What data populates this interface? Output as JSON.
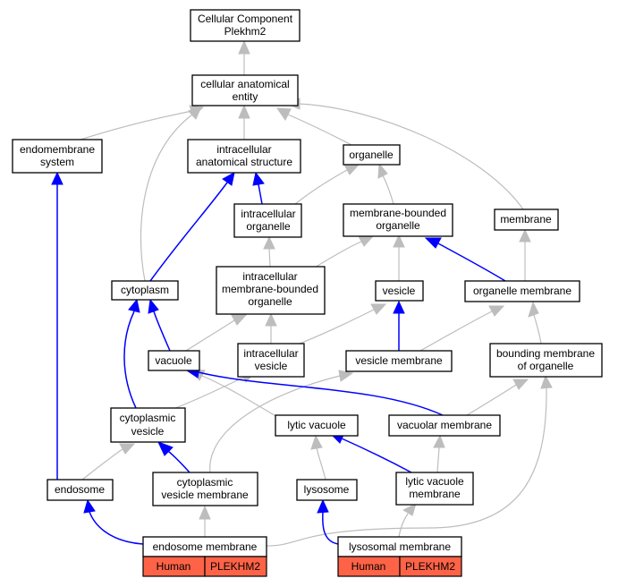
{
  "nodes": {
    "root": {
      "line1": "Cellular Component",
      "line2": "Plekhm2"
    },
    "cellular_anatomical_entity": {
      "line1": "cellular anatomical",
      "line2": "entity"
    },
    "endomembrane_system": {
      "line1": "endomembrane",
      "line2": "system"
    },
    "intracellular_anatomical_structure": {
      "line1": "intracellular",
      "line2": "anatomical structure"
    },
    "organelle": {
      "line1": "organelle"
    },
    "intracellular_organelle": {
      "line1": "intracellular",
      "line2": "organelle"
    },
    "membrane_bounded_organelle": {
      "line1": "membrane-bounded",
      "line2": "organelle"
    },
    "membrane": {
      "line1": "membrane"
    },
    "cytoplasm": {
      "line1": "cytoplasm"
    },
    "intracellular_membrane_bounded_organelle": {
      "line1": "intracellular",
      "line2": "membrane-bounded",
      "line3": "organelle"
    },
    "vesicle": {
      "line1": "vesicle"
    },
    "organelle_membrane": {
      "line1": "organelle membrane"
    },
    "vacuole": {
      "line1": "vacuole"
    },
    "intracellular_vesicle": {
      "line1": "intracellular",
      "line2": "vesicle"
    },
    "vesicle_membrane": {
      "line1": "vesicle membrane"
    },
    "bounding_membrane_of_organelle": {
      "line1": "bounding membrane",
      "line2": "of organelle"
    },
    "cytoplasmic_vesicle": {
      "line1": "cytoplasmic",
      "line2": "vesicle"
    },
    "lytic_vacuole": {
      "line1": "lytic vacuole"
    },
    "vacuolar_membrane": {
      "line1": "vacuolar membrane"
    },
    "endosome": {
      "line1": "endosome"
    },
    "cytoplasmic_vesicle_membrane": {
      "line1": "cytoplasmic",
      "line2": "vesicle membrane"
    },
    "lysosome": {
      "line1": "lysosome"
    },
    "lytic_vacuole_membrane": {
      "line1": "lytic vacuole",
      "line2": "membrane"
    },
    "endosome_membrane": {
      "line1": "endosome membrane",
      "species": "Human",
      "gene": "PLEKHM2"
    },
    "lysosomal_membrane": {
      "line1": "lysosomal membrane",
      "species": "Human",
      "gene": "PLEKHM2"
    }
  },
  "colors": {
    "gray_edge": "#bdbdbd",
    "blue_edge": "#0000ff",
    "annotation_fill": "#ff6347"
  }
}
